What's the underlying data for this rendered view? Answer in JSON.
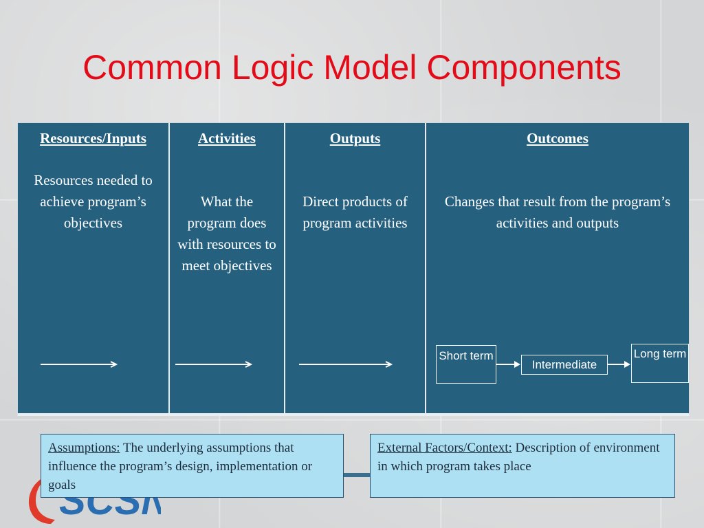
{
  "title": "Common Logic Model Components",
  "columns": [
    {
      "heading": "Resources/Inputs",
      "description": "Resources needed to achieve program’s objectives"
    },
    {
      "heading": "Activities",
      "description": "What the program does with resources to meet objectives"
    },
    {
      "heading": "Outputs",
      "description": "Direct products of program activities"
    },
    {
      "heading": "Outcomes",
      "description": "Changes that result from the program’s activities and outputs"
    }
  ],
  "outcome_stages": [
    "Short term",
    "Intermediate",
    "Long term"
  ],
  "assumptions": {
    "label": "Assumptions:",
    "text": " The underlying assumptions that influence the program’s design, implementation or goals"
  },
  "external_factors": {
    "label": "External Factors/Context:",
    "text": " Description of environment in which program takes place"
  },
  "colors": {
    "title": "#e30b17",
    "table_fill": "#26607f",
    "note_fill": "#aee0f4",
    "logo_red": "#e03a2a",
    "logo_blue": "#2a6db0"
  },
  "logo": {
    "text": "SCSN"
  }
}
